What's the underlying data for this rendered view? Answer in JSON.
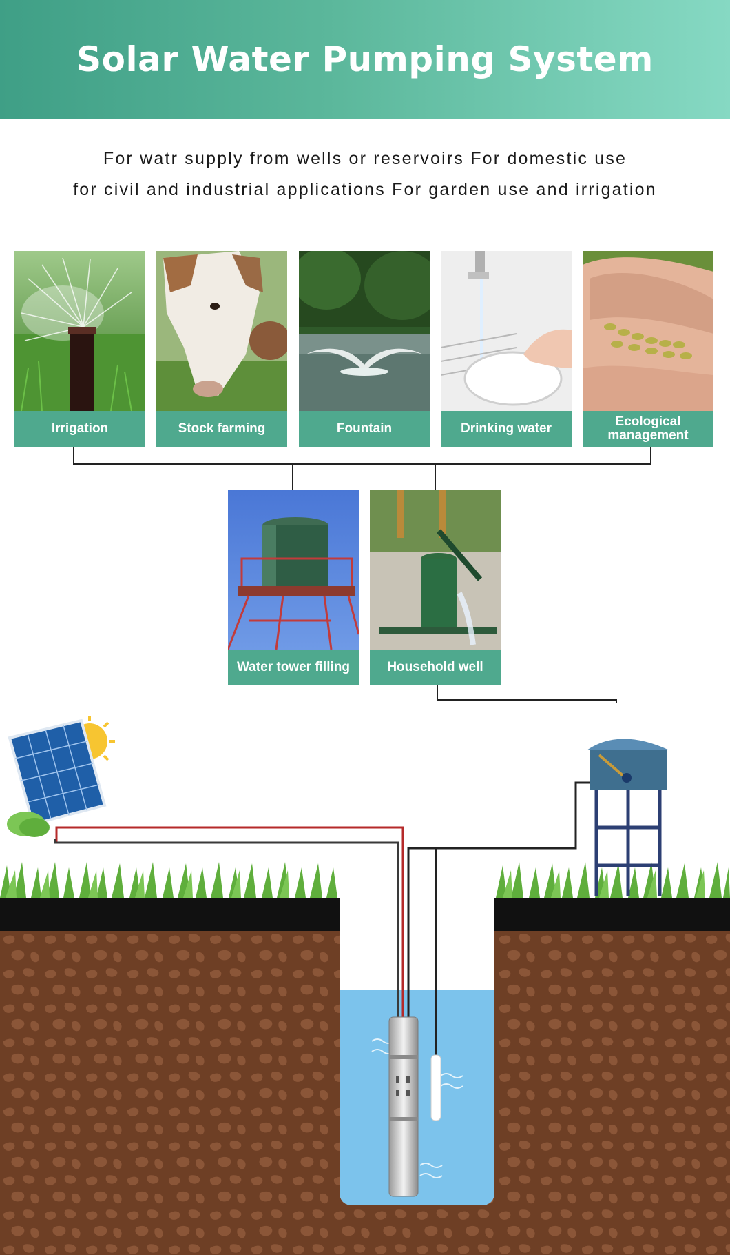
{
  "title": "Solar Water Pumping System",
  "subtitle": {
    "line1": "For watr supply from wells or reservoirs For domestic use",
    "line2": "for civil and industrial applications For garden use and irrigation"
  },
  "applications": [
    {
      "label": "Irrigation",
      "icon": "sprinkler-photo"
    },
    {
      "label": "Stock farming",
      "icon": "cow-photo"
    },
    {
      "label": "Fountain",
      "icon": "fountain-photo"
    },
    {
      "label": "Drinking water",
      "icon": "faucet-photo"
    },
    {
      "label": "Ecological management",
      "label_line1": "Ecological",
      "label_line2": "management",
      "icon": "wheat-photo"
    },
    {
      "label": "Water tower filling",
      "icon": "water-tower-photo"
    },
    {
      "label": "Household well",
      "icon": "hand-pump-photo"
    }
  ],
  "colors": {
    "banner_start": "#3f9f86",
    "banner_end": "#86d9c3",
    "label_bg": "#4fa98e",
    "water": "#7cc3ec",
    "soil": "#6e3f25",
    "grass": "#5fae3c"
  }
}
